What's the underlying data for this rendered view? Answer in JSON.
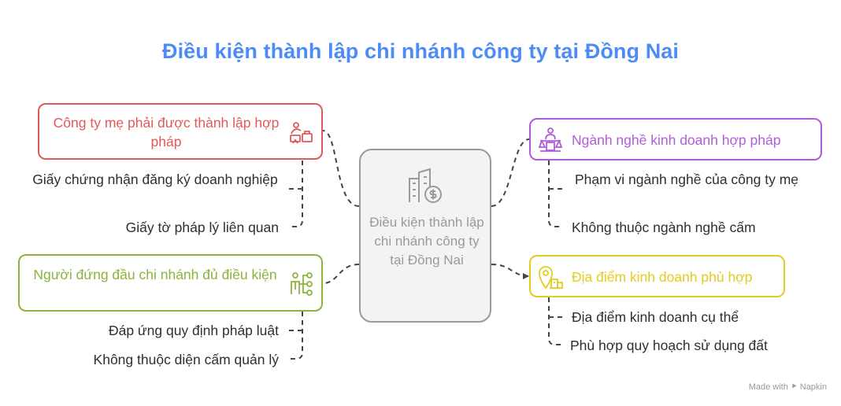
{
  "title": "Điều kiện thành lập chi nhánh công ty tại Đồng Nai",
  "center": {
    "label": "Điều kiện thành lập chi nhánh công ty tại Đồng Nai",
    "icon": "building-dollar-icon"
  },
  "branches": [
    {
      "label": "Công ty mẹ phải được thành lập hợp pháp",
      "color": "#e05a5a",
      "icon": "business-documents-icon",
      "items": [
        "Giấy chứng nhận đăng ký doanh nghiệp",
        "Giấy tờ pháp lý liên quan"
      ]
    },
    {
      "label": "Người đứng đầu chi nhánh đủ điều kiện",
      "color": "#8db33a",
      "icon": "person-network-icon",
      "items": [
        "Đáp ứng quy định pháp luật",
        "Không thuộc diện cấm quản lý"
      ]
    },
    {
      "label": "Ngành nghề kinh doanh hợp pháp",
      "color": "#b05cdc",
      "icon": "person-scale-icon",
      "items": [
        "Phạm vi ngành nghề của công ty mẹ",
        "Không thuộc ngành nghề cấm"
      ]
    },
    {
      "label": "Địa điểm kinh doanh phù hợp",
      "color": "#e3cc1e",
      "icon": "location-building-icon",
      "items": [
        "Địa điểm kinh doanh cụ thể",
        "Phù hợp quy hoạch sử dụng đất"
      ]
    }
  ],
  "footer": "Made with ⯈ Napkin"
}
